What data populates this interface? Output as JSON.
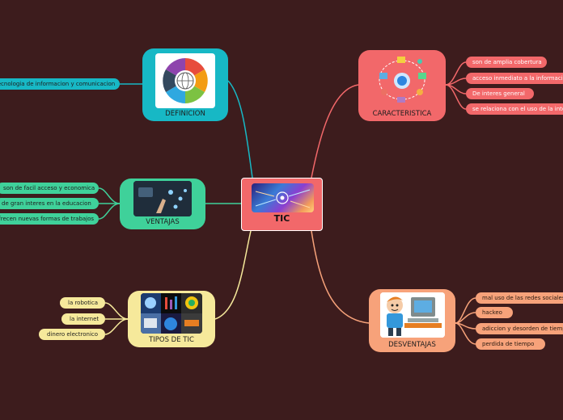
{
  "central": {
    "label": "TIC"
  },
  "definicion": {
    "label": "DEFINICION",
    "items": [
      "tecnologia de informacion y comunicacion"
    ]
  },
  "ventajas": {
    "label": "VENTAJAS",
    "items": [
      "son de facil acceso y economica",
      "de gran interes en la educacion",
      "ofrecen nuevas formas de trabajos"
    ]
  },
  "tipos": {
    "label": "TIPOS DE TIC",
    "items": [
      "la robotica",
      "la internet",
      "dinero electronico"
    ]
  },
  "caracteristica": {
    "label": "CARACTERISTICA",
    "items": [
      "son de amplia cobertura",
      "acceso inmediato a la informacion",
      "De interes general",
      "se relaciona con el uso de la internet"
    ]
  },
  "desventajas": {
    "label": "DESVENTAJAS",
    "items": [
      "mal uso de las redes sociales",
      "hackeo",
      "adiccion y desorden de tiempo",
      "perdida de tiempo"
    ]
  },
  "colors": {
    "background": "#3d1c1d",
    "central": "#f2686a",
    "teal": "#17b8c5",
    "green": "#3fd19a",
    "yellow": "#f6e99b",
    "red": "#f2686a",
    "orange": "#f7a27a"
  }
}
